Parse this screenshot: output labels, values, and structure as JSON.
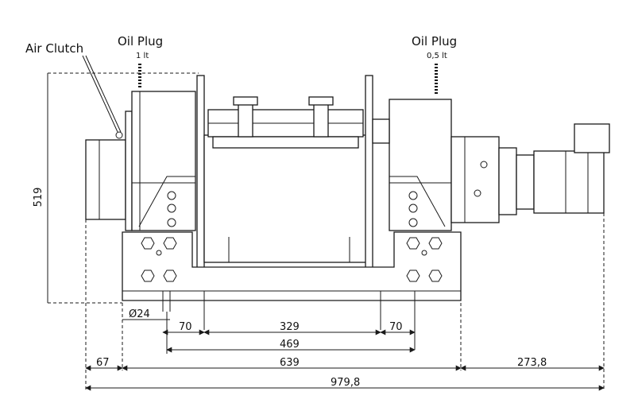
{
  "labels": {
    "air_clutch": "Air Clutch",
    "oil_plug_left": "Oil Plug",
    "oil_plug_left_volume": "1 lt",
    "oil_plug_right": "Oil Plug",
    "oil_plug_right_volume": "0,5 lt"
  },
  "dimensions": {
    "height": "519",
    "hole_diameter": "Ø24",
    "left_spacing": "70",
    "center_spacing": "329",
    "right_spacing": "70",
    "mount_span": "469",
    "left_overhang": "67",
    "base_length": "639",
    "right_overhang": "273,8",
    "overall_length": "979,8"
  }
}
